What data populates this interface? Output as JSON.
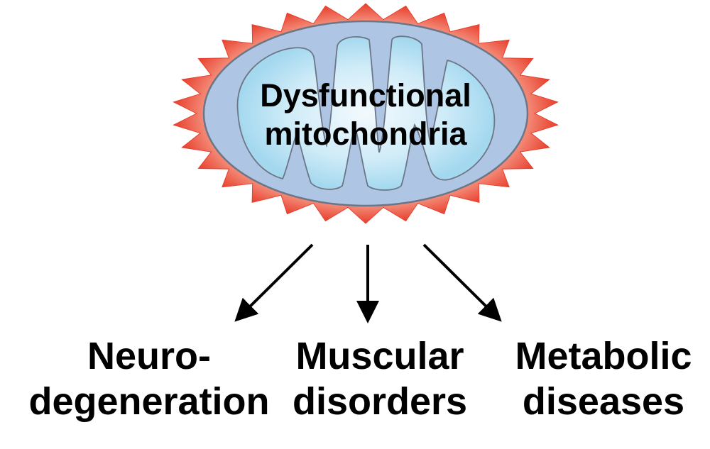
{
  "center": {
    "line1": "Dysfunctional",
    "line2": "mitochondria"
  },
  "outcomes": [
    {
      "line1": "Neuro-",
      "line2": "degeneration"
    },
    {
      "line1": "Muscular",
      "line2": "disorders"
    },
    {
      "line1": "Metabolic",
      "line2": "diseases"
    }
  ],
  "colors": {
    "burst_outer": "#e8402e",
    "burst_inner": "#fdd9cf",
    "outer_membrane": "#aec6e4",
    "membrane_stroke": "#6c7686",
    "matrix_center": "#f3f9fd",
    "matrix_edge": "#a4d8ef",
    "arrow": "#000000",
    "text": "#000000"
  }
}
